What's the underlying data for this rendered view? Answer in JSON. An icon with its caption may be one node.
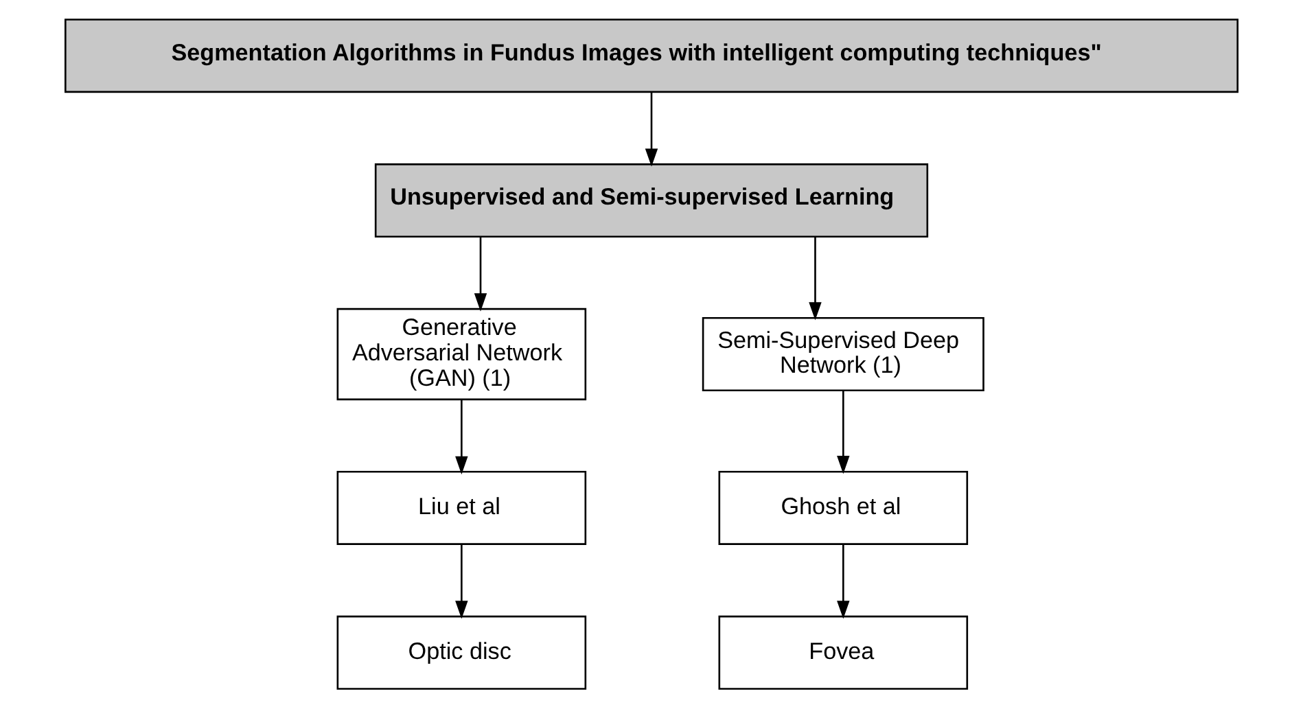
{
  "diagram": {
    "nodes": [
      {
        "text": [
          "Segmentation Algorithms in Fundus Images with intelligent computing techniques\""
        ]
      },
      {
        "text": [
          "Unsupervised and Semi-supervised Learning"
        ]
      },
      {
        "text": [
          "Generative Adversarial Network (GAN) (1)"
        ]
      },
      {
        "text": [
          "Semi-Supervised Deep Network (1)"
        ]
      },
      {
        "text": [
          "Liu et al"
        ]
      },
      {
        "text": [
          "Ghosh et al"
        ]
      },
      {
        "text": [
          "Optic disc"
        ]
      },
      {
        "text": [
          "Fovea"
        ]
      }
    ],
    "edges": [
      {
        "from": 0,
        "to": 1,
        "arrow": "to"
      },
      {
        "from": 1,
        "to": 2,
        "arrow": "to"
      },
      {
        "from": 1,
        "to": 3,
        "arrow": "to"
      },
      {
        "from": 2,
        "to": 4,
        "arrow": "to"
      },
      {
        "from": 3,
        "to": 5,
        "arrow": "to"
      },
      {
        "from": 4,
        "to": 6,
        "arrow": "to"
      },
      {
        "from": 5,
        "to": 7,
        "arrow": "to"
      }
    ]
  }
}
